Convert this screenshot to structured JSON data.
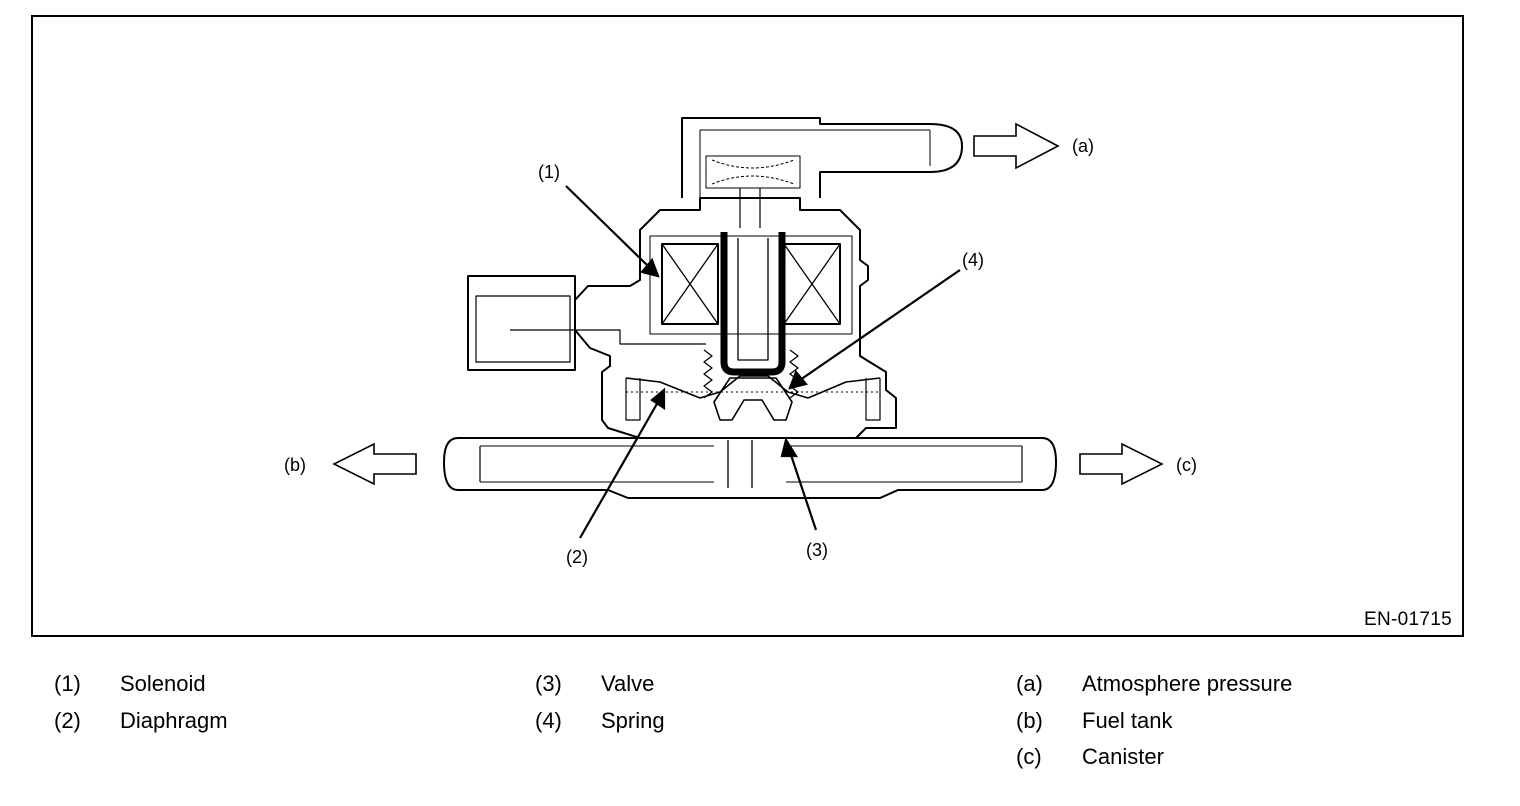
{
  "figure": {
    "id": "EN-01715",
    "callouts": {
      "c1": "(1)",
      "c2": "(2)",
      "c3": "(3)",
      "c4": "(4)",
      "ca": "(a)",
      "cb": "(b)",
      "cc": "(c)"
    }
  },
  "legend": {
    "columns": [
      [
        {
          "key": "(1)",
          "text": "Solenoid"
        },
        {
          "key": "(2)",
          "text": "Diaphragm"
        }
      ],
      [
        {
          "key": "(3)",
          "text": "Valve"
        },
        {
          "key": "(4)",
          "text": "Spring"
        }
      ],
      [
        {
          "key": "(a)",
          "text": "Atmosphere pressure"
        },
        {
          "key": "(b)",
          "text": "Fuel tank"
        },
        {
          "key": "(c)",
          "text": "Canister"
        }
      ]
    ]
  }
}
